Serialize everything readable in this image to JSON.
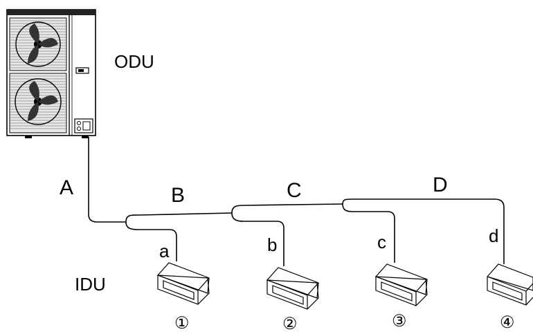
{
  "units": {
    "odu_label": "ODU",
    "idu_label": "IDU"
  },
  "segments": {
    "main": [
      "A",
      "B",
      "C",
      "D"
    ],
    "branches": [
      "a",
      "b",
      "c",
      "d"
    ]
  },
  "indoor_units": [
    "①",
    "②",
    "③",
    "④"
  ]
}
